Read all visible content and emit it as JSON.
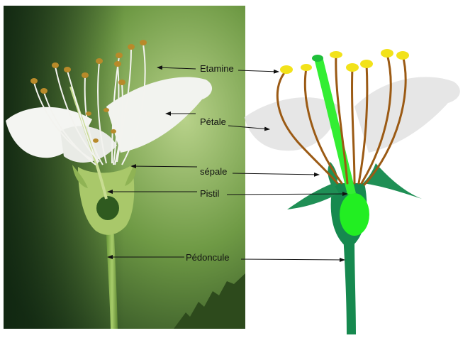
{
  "labels": {
    "etamine": "Etamine",
    "petale": "Pétale",
    "sepale": "sépale",
    "pistil": "Pistil",
    "pedoncule": "Pédoncule"
  },
  "colors": {
    "label_text": "#111111",
    "arrow": "#111111",
    "photo_bg_dark": "#1f3d1c",
    "photo_bg_light": "#9bbf66",
    "petal": "#e6e6e6",
    "sepal": "#1f8f55",
    "receptacle": "#16894f",
    "ovary": "#22ee22",
    "style_pistil": "#33ee33",
    "filament": "#9b5a14",
    "anther": "#f2e21a"
  },
  "icons": {
    "photo": "flower-photo",
    "diagram": "flower-diagram"
  }
}
